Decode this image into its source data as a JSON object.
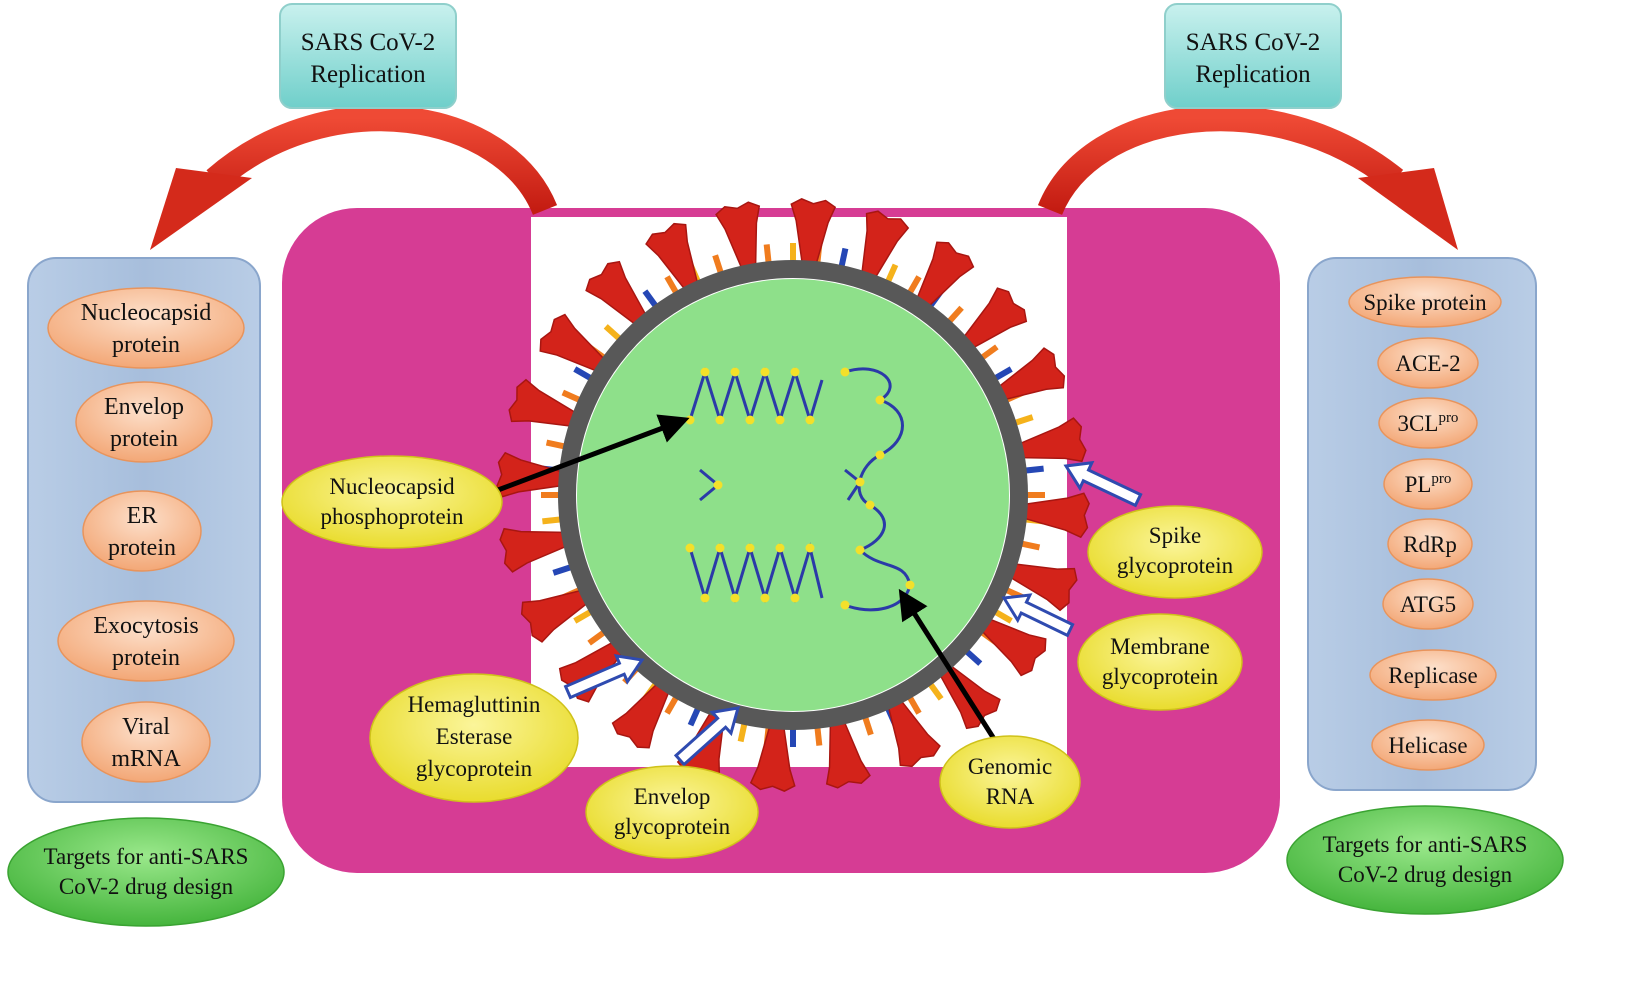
{
  "replication_left": {
    "line1": "SARS CoV-2",
    "line2": "Replication"
  },
  "replication_right": {
    "line1": "SARS CoV-2",
    "line2": "Replication"
  },
  "left_targets": [
    {
      "line1": "Nucleocapsid",
      "line2": "protein"
    },
    {
      "line1": "Envelop",
      "line2": "protein"
    },
    {
      "line1": "ER",
      "line2": "protein"
    },
    {
      "line1": "Exocytosis",
      "line2": "protein"
    },
    {
      "line1": "Viral",
      "line2": "mRNA"
    }
  ],
  "right_targets": [
    {
      "base": "Spike protein",
      "sup": ""
    },
    {
      "base": "ACE-2",
      "sup": ""
    },
    {
      "base": "3CL",
      "sup": "pro"
    },
    {
      "base": "PL",
      "sup": "pro"
    },
    {
      "base": "RdRp",
      "sup": ""
    },
    {
      "base": "ATG5",
      "sup": ""
    },
    {
      "base": "Replicase",
      "sup": ""
    },
    {
      "base": "Helicase",
      "sup": ""
    }
  ],
  "caption_left": {
    "line1": "Targets for anti-SARS",
    "line2": "CoV-2 drug design"
  },
  "caption_right": {
    "line1": "Targets for anti-SARS",
    "line2": "CoV-2 drug design"
  },
  "virus_labels": {
    "nucleocapsid": [
      "Nucleocapsid",
      "phosphoprotein"
    ],
    "spike": [
      "Spike",
      "glycoprotein"
    ],
    "membrane": [
      "Membrane",
      "glycoprotein"
    ],
    "hemagglutinin": [
      "Hemagluttinin",
      "Esterase",
      "glycoprotein"
    ],
    "envelop": [
      "Envelop",
      "glycoprotein"
    ],
    "genomic": [
      "Genomic",
      "RNA"
    ]
  },
  "colors": {
    "magenta_panel": "#d63c94",
    "blue_panel": "#a8bfdd",
    "orange_pill": "#f4b183",
    "yellow_label": "#f0e62e",
    "green_caption": "#5cc74a",
    "teal_box": "#7fd7d3",
    "red_arrow": "#d42a1b",
    "virus_interior": "#8ee08a",
    "spike_red": "#d3231a"
  }
}
